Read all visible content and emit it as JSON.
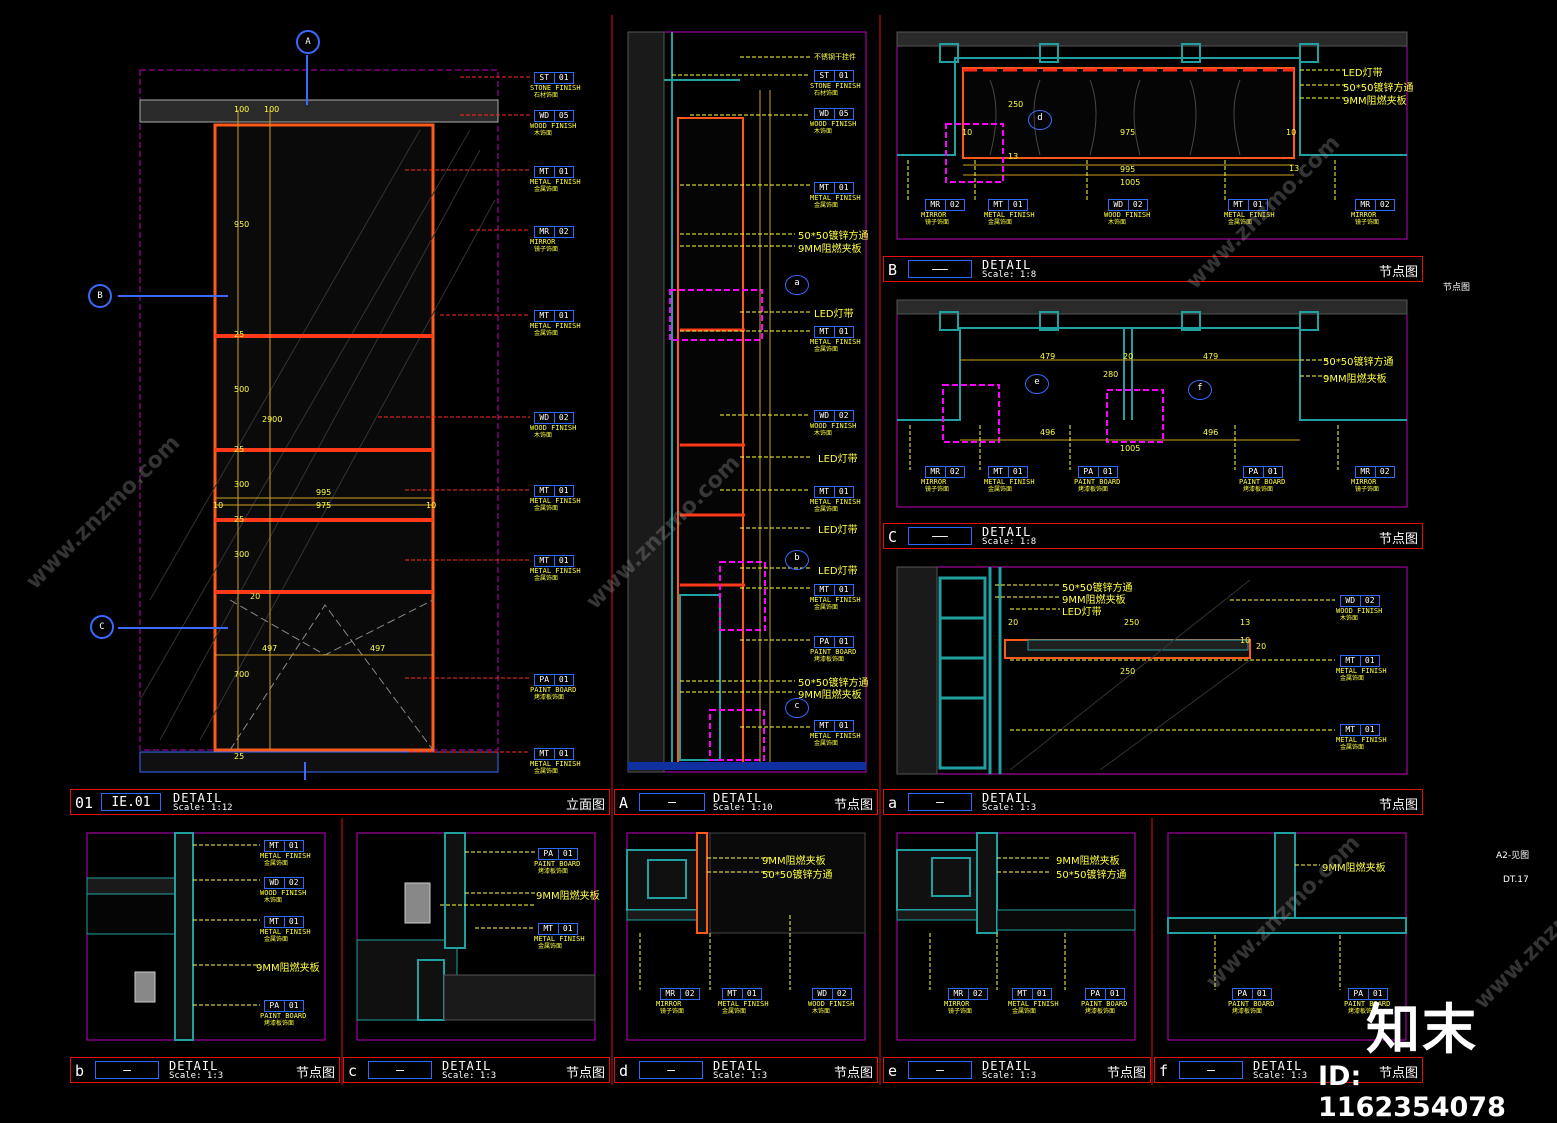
{
  "title_blocks": [
    {
      "id": "01",
      "code": "IE.01",
      "detail": "DETAIL",
      "scale": "Scale: 1:12",
      "name": "立面图"
    },
    {
      "id": "A",
      "code": "—",
      "detail": "DETAIL",
      "scale": "Scale: 1:10",
      "name": "节点图"
    },
    {
      "id": "a",
      "code": "–",
      "detail": "DETAIL",
      "scale": "Scale: 1:3",
      "name": "节点图"
    },
    {
      "id": "B",
      "code": "——",
      "detail": "DETAIL",
      "scale": "Scale: 1:8",
      "name": "节点图"
    },
    {
      "id": "C",
      "code": "——",
      "detail": "DETAIL",
      "scale": "Scale: 1:8",
      "name": "节点图"
    },
    {
      "id": "b",
      "code": "–",
      "detail": "DETAIL",
      "scale": "Scale: 1:3",
      "name": "节点图"
    },
    {
      "id": "c",
      "code": "–",
      "detail": "DETAIL",
      "scale": "Scale: 1:3",
      "name": "节点图"
    },
    {
      "id": "d",
      "code": "–",
      "detail": "DETAIL",
      "scale": "Scale: 1:3",
      "name": "节点图"
    },
    {
      "id": "e",
      "code": "–",
      "detail": "DETAIL",
      "scale": "Scale: 1:3",
      "name": "节点图"
    },
    {
      "id": "f",
      "code": "–",
      "detail": "DETAIL",
      "scale": "Scale: 1:3",
      "name": "节点图"
    }
  ],
  "material_tags": [
    {
      "code": "ST",
      "num": "01",
      "en": "STONE FINISH",
      "zh": "石材饰面"
    },
    {
      "code": "WD",
      "num": "05",
      "en": "WOOD FINISH",
      "zh": "木饰面"
    },
    {
      "code": "MT",
      "num": "01",
      "en": "METAL FINISH",
      "zh": "金属饰面"
    },
    {
      "code": "MR",
      "num": "02",
      "en": "MIRROR",
      "zh": "镜子饰面"
    },
    {
      "code": "WD",
      "num": "02",
      "en": "WOOD FINISH",
      "zh": "木饰面"
    },
    {
      "code": "PA",
      "num": "01",
      "en": "PAINT BOARD",
      "zh": "烤漆板饰面"
    }
  ],
  "callouts": [
    "LED灯带",
    "50*50镀锌方通",
    "9MM阻燃夹板",
    "不锈钢干挂件",
    "LED灯带"
  ],
  "dimensions_main": [
    "100",
    "100",
    "950",
    "25",
    "500",
    "2900",
    "25",
    "300",
    "995",
    "975",
    "10",
    "10",
    "25",
    "300",
    "20",
    "497",
    "497",
    "700",
    "25"
  ],
  "dimensions_b": [
    "250",
    "975",
    "995",
    "1005",
    "10",
    "10",
    "13",
    "13"
  ],
  "dimensions_c": [
    "479",
    "479",
    "20",
    "280",
    "496",
    "496",
    "1005"
  ],
  "dimensions_a": [
    "250",
    "250",
    "20",
    "13",
    "10",
    "20"
  ],
  "section_markers": [
    "A",
    "B",
    "C"
  ],
  "detail_markers": [
    "a",
    "b",
    "c",
    "d",
    "e",
    "f"
  ],
  "side_notes": {
    "node": "节点图",
    "ref": "A2-见图",
    "sheet": "DT.17"
  },
  "brand": {
    "logo": "知末",
    "id_label": "ID: 1162354078",
    "watermark": "www.znzmo.com"
  }
}
